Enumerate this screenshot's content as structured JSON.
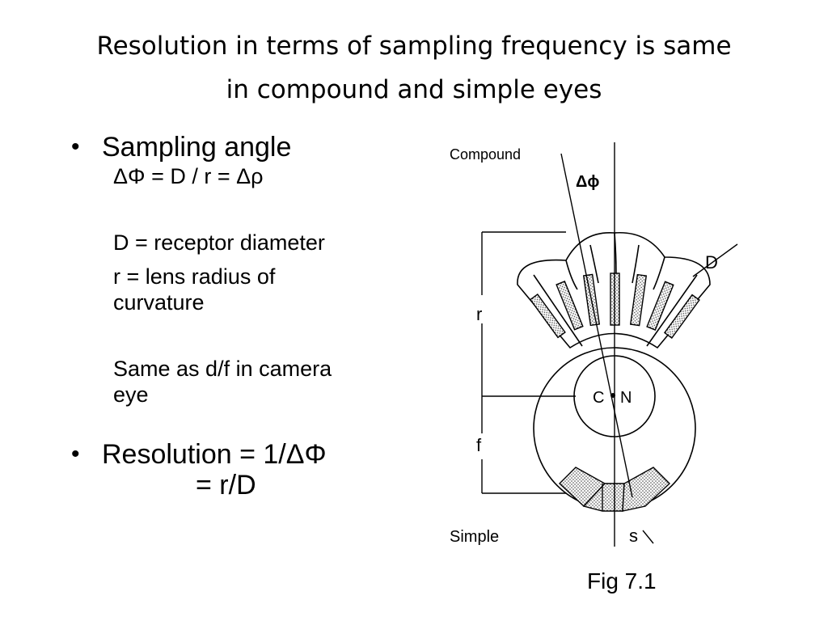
{
  "slide": {
    "title_line1": "Resolution in terms of sampling frequency is same",
    "title_line2": "in compound and simple eyes",
    "bullet1": "Sampling angle",
    "formula": "ΔΦ = D / r = Δρ",
    "def_d": "D = receptor diameter",
    "def_r_line1": "r = lens radius of",
    "def_r_line2": "curvature",
    "same_line1": "Same as d/f in camera",
    "same_line2": "eye",
    "bullet2": "Resolution = 1/ΔΦ",
    "bullet2_cont": "= r/D",
    "bullet_glyph": "•"
  },
  "figure": {
    "label_compound": "Compound",
    "label_delta_phi": "Δϕ",
    "label_D": "D",
    "label_r": "r",
    "label_C": "C",
    "label_N": "N",
    "label_f": "f",
    "label_simple": "Simple",
    "label_s": "s",
    "caption": "Fig 7.1"
  }
}
